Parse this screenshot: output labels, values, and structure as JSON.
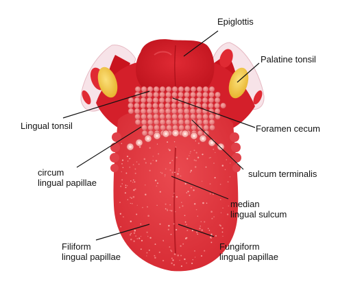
{
  "labels": {
    "epiglottis": "Epiglottis",
    "palatine_tonsil": "Palatine tonsil",
    "lingual_tonsil": "Lingual tonsil",
    "foramen_cecum": "Foramen cecum",
    "circum_line1": "circum",
    "circum_line2": "lingual papillae",
    "sulcum_terminalis": "sulcum terminalis",
    "median_line1": "median",
    "median_line2": "lingual sulcum",
    "filiform_line1": "Filiform",
    "filiform_line2": "lingual papillae",
    "fungiform_line1": "Fungiform",
    "fungiform_line2": "lingual papillae"
  },
  "colors": {
    "tongue_red": "#e3343c",
    "tongue_dark": "#c81a24",
    "tonsil_yellow": "#f2cc4a",
    "tissue_pink": "#f7e3e8",
    "leader_line": "#111111"
  }
}
